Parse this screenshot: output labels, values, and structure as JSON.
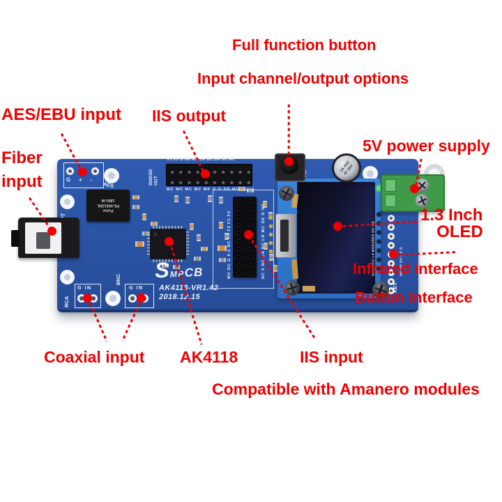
{
  "annotations": {
    "accent_color": "#ee0000",
    "full_function_button": "Full function button",
    "input_channel_output": "Input channel/output options",
    "aes_ebu_input": "AES/EBU input",
    "iis_output": "IIS output",
    "power_supply": "5V power supply",
    "fiber_line1": "Fiber",
    "fiber_line2": "input",
    "oled_line1": "1.3 Inch",
    "oled_line2": "OLED",
    "infrared_interface": "Infrared interface",
    "button_interface": "Button interface",
    "coaxial_input": "Coaxial input",
    "chip": "AK4118",
    "iis_input": "IIS input",
    "amanero": "Compatible with Amanero modules"
  },
  "board": {
    "pcb_color": "#2a53a4",
    "oled_module_color": "#2f7bd3",
    "terminal_color": "#46a553",
    "silkscreen": {
      "aes_terminal_pins": "G  +  -",
      "aes": "AES",
      "opt": "OPT",
      "iis_dsd": "IIS/DSD",
      "out": "OUT",
      "out_header_top": "V3 V3 G DE MC LR BC DA SC MC",
      "out_header_bottom": "MC MC MC MC MK G G SD MU",
      "in_header_left": "MU NC G 0 0 NC F3 F2 F1 F0",
      "in_header_right": "NC 0 NC DA BC LR MC DE G NC",
      "rca": "RCA",
      "bnc": "BNC",
      "rca_pins": "G IN",
      "bnc_pins": "G IN",
      "k1": "K1",
      "key": "KEY",
      "ir_col": "GND VCC L4 MOS1RES DC CS",
      "key_col": "ME UP DO ME G",
      "logo_s": "S",
      "logo_mp": "MP",
      "logo_cb": "CB",
      "version": "AK4118-VR1.42",
      "date": "2018.12.15"
    },
    "components": {
      "transformer_line1": "Pulse",
      "transformer_line2": "PE-65612NL",
      "transformer_line3": "1801-M",
      "cap_line1": "1A A6Z",
      "cap_line2": "47 25V"
    }
  }
}
